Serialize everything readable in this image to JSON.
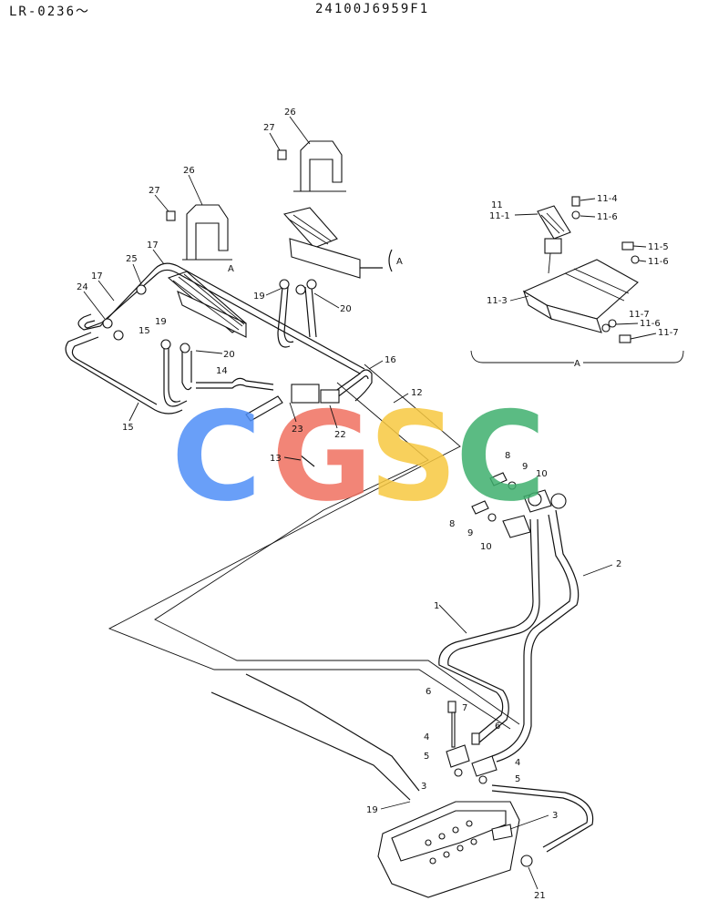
{
  "header": {
    "left_code": "LR-0236～",
    "right_code": "24100J6959F1"
  },
  "watermark": {
    "letters": [
      "C",
      "G",
      "S",
      "C"
    ],
    "colors": [
      "#4f8ff7",
      "#f07060",
      "#f7c840",
      "#3fb06e"
    ]
  },
  "callouts": {
    "c1": "1",
    "c2": "2",
    "c3a": "3",
    "c3b": "3",
    "c4a": "4",
    "c4b": "4",
    "c5a": "5",
    "c5b": "5",
    "c6a": "6",
    "c6b": "6",
    "c7": "7",
    "c8a": "8",
    "c8b": "8",
    "c9a": "9",
    "c9b": "9",
    "c10a": "10",
    "c10b": "10",
    "c12": "12",
    "c13": "13",
    "c14": "14",
    "c15a": "15",
    "c15b": "15",
    "c16": "16",
    "c17a": "17",
    "c17b": "17",
    "c19a": "19",
    "c19b": "19",
    "c19c": "19",
    "c20a": "20",
    "c20b": "20",
    "c21": "21",
    "c22": "22",
    "c23": "23",
    "c24": "24",
    "c25": "25",
    "c26a": "26",
    "c26b": "26",
    "c27a": "27",
    "c27b": "27",
    "cA1": "A",
    "cA2": "A"
  },
  "detail_a": {
    "label": "A",
    "items": {
      "i11": "11",
      "i11_1": "11-1",
      "i11_3": "11-3",
      "i11_4": "11-4",
      "i11_5": "11-5",
      "i11_6a": "11-6",
      "i11_6b": "11-6",
      "i11_6c": "11-6",
      "i11_7a": "11-7",
      "i11_7b": "11-7"
    }
  }
}
